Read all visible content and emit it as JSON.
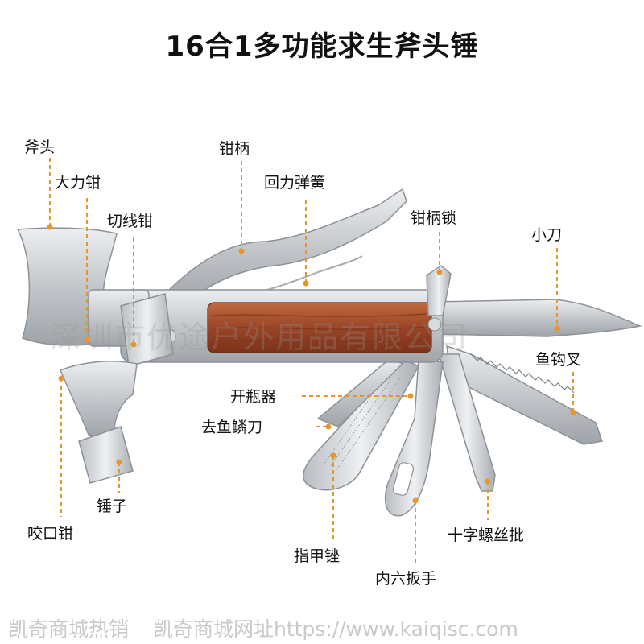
{
  "title": "16合1多功能求生斧头锤",
  "labels": {
    "axe_head": "斧头",
    "locking_pliers": "大力钳",
    "wire_cutter": "切线钳",
    "plier_handle": "钳柄",
    "return_spring": "回力弹簧",
    "handle_lock": "钳柄锁",
    "knife": "小刀",
    "fish_fork": "鱼钩叉",
    "bottle_opener": "开瓶器",
    "fish_scaler": "去鱼鳞刀",
    "hammer": "锤子",
    "mouth_pliers": "咬口钳",
    "nail_file": "指甲锉",
    "hex_wrench": "内六扳手",
    "phillips_screwdriver": "十字螺丝批"
  },
  "watermark": "深圳市优途户外用品有限公司",
  "footer": {
    "shop_hot": "凯奇商城热销",
    "shop_url": "凯奇商城网址https://www.kaiqisc.com"
  },
  "colors": {
    "leader": "#e8952b",
    "steel": "#c9ccd0",
    "wood": "#9c4a2a"
  }
}
